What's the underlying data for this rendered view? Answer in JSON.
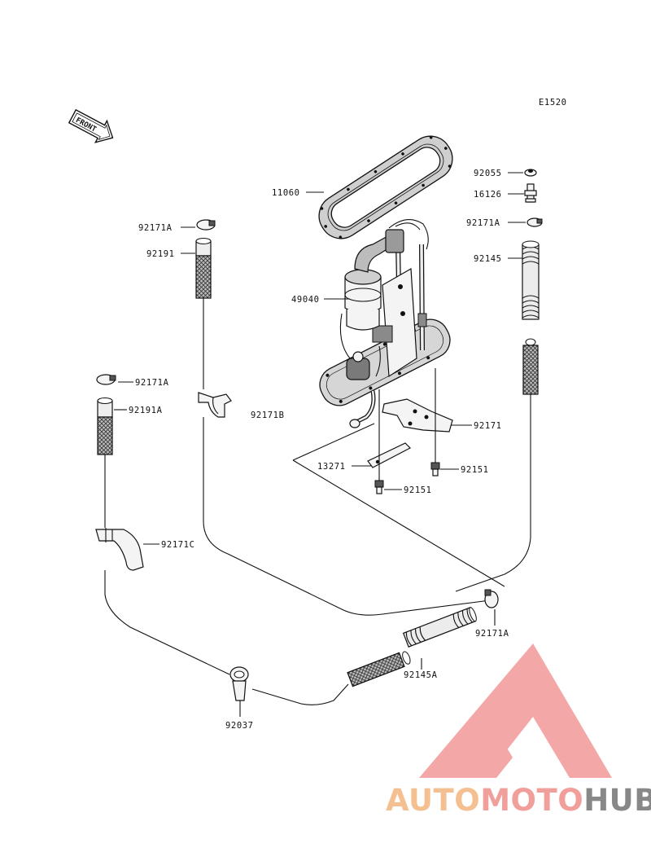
{
  "diagram_code": "E1520",
  "front_label": "FRONT",
  "watermark": {
    "part1": "AUTO",
    "part2": "MOTO",
    "part3": "HUB",
    "color1": "#f4b37a",
    "color2": "#ee8a86",
    "color3": "#6e6e6e",
    "logo_color": "#f08a8a"
  },
  "parts": {
    "p11060": "11060",
    "p49040": "49040",
    "p92055": "92055",
    "p16126": "16126",
    "p92171A_top_right": "92171A",
    "p92145": "92145",
    "p92171A_top_left": "92171A",
    "p92191": "92191",
    "p92171A_mid_left": "92171A",
    "p92191A": "92191A",
    "p92171B": "92171B",
    "p92171C": "92171C",
    "p92171": "92171",
    "p13271": "13271",
    "p92151_right": "92151",
    "p92151_center": "92151",
    "p92171A_bottom": "92171A",
    "p92145A": "92145A",
    "p92037": "92037"
  }
}
